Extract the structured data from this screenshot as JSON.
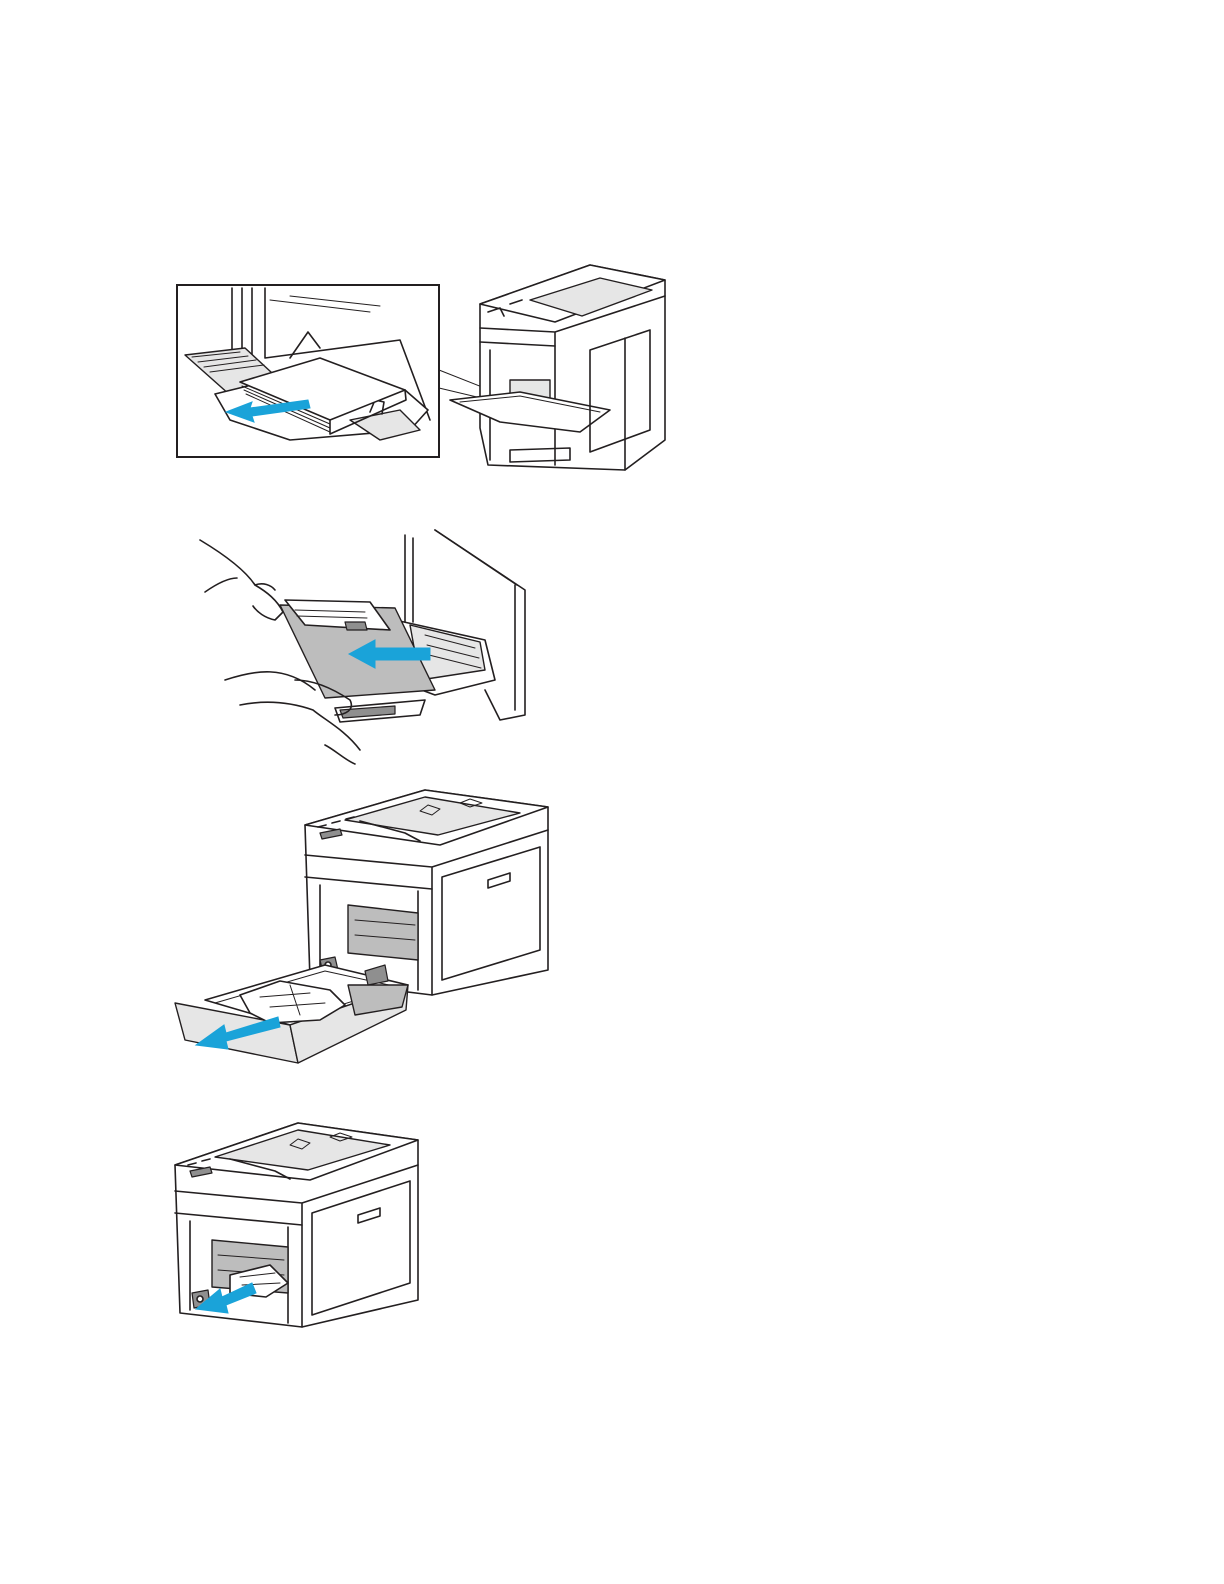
{
  "page": {
    "background": "#ffffff",
    "line_color": "#231f20",
    "arrow_color": "#1aa3d9"
  },
  "figures": [
    {
      "name": "bypass-tray-remove-paper",
      "arrow_direction": "left",
      "has_callout_inset": true
    },
    {
      "name": "remove-tray-from-printer",
      "arrow_direction": "left"
    },
    {
      "name": "remove-jammed-paper-from-tray",
      "arrow_direction": "down-left"
    },
    {
      "name": "remove-jammed-paper-from-printer",
      "arrow_direction": "down-left"
    }
  ]
}
